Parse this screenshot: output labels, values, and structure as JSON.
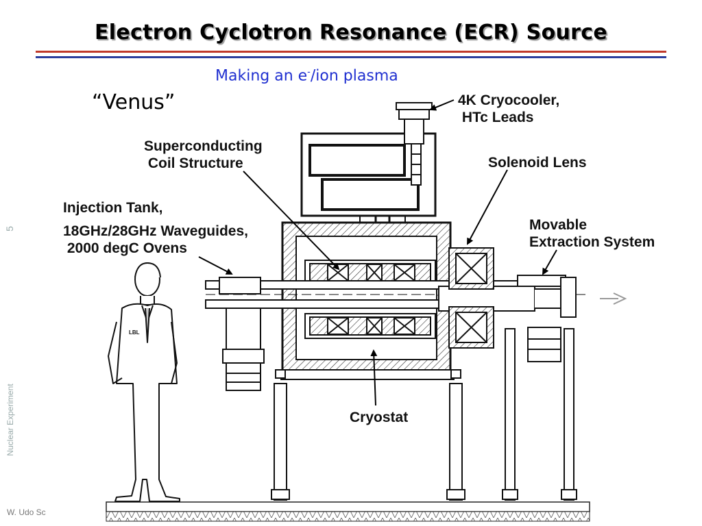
{
  "slide": {
    "title": "Electron Cyclotron Resonance (ECR) Source",
    "subtitle_main": "Making an e",
    "subtitle_sup": "-",
    "subtitle_rest": "/ion plasma",
    "source_name": "“Venus”",
    "slide_number": "5",
    "side_label": "Nuclear Experiment",
    "author": "W. Udo Sc"
  },
  "labels": {
    "cryocooler": "4K Cryocooler,\n HTc Leads",
    "superconducting": "Superconducting\n Coil Structure",
    "solenoid": "Solenoid Lens",
    "injection": "Injection Tank,",
    "waveguides": "18GHz/28GHz Waveguides,\n 2000 degC Ovens",
    "extraction": "Movable\nExtraction System",
    "cryostat": "Cryostat",
    "coat_badge": "LBL"
  },
  "colors": {
    "title_shadow": "#9a9a9a",
    "rule_red": "#c0392b",
    "rule_blue": "#2c3e9e",
    "subtitle": "#1f2fd0"
  }
}
